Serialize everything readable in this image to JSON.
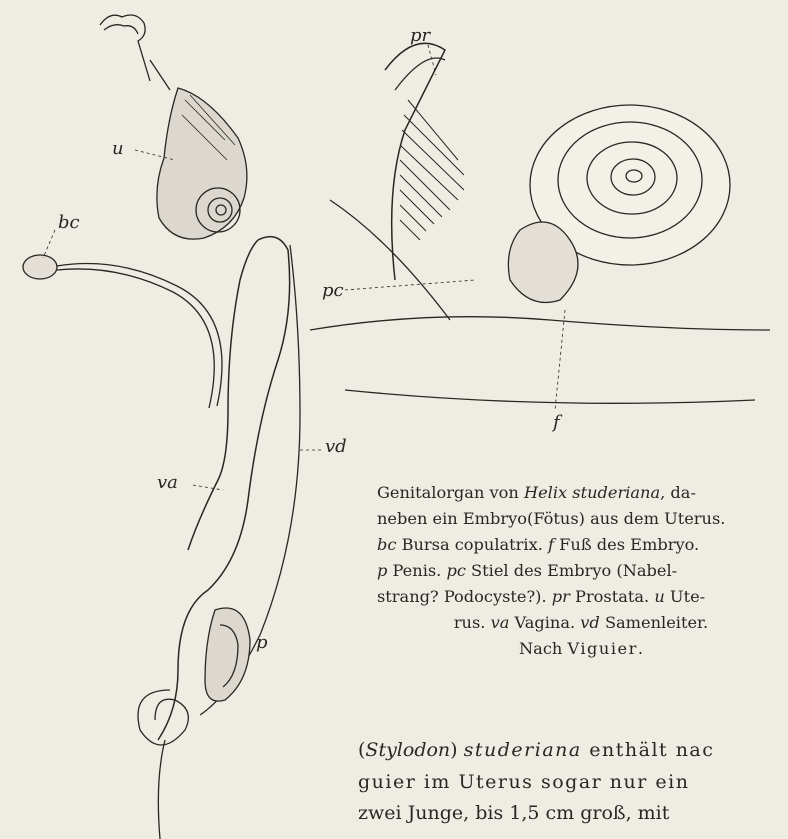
{
  "figure": {
    "labels": {
      "pr": "pr",
      "u": "u",
      "bc": "bc",
      "pc": "pc",
      "vd": "vd",
      "va": "va",
      "f": "f",
      "p": "p"
    }
  },
  "caption": {
    "l1_a": "Genitalorgan von ",
    "l1_b": "Helix studeriana",
    "l1_c": ", da-",
    "l2": "neben ein Embryo(Fötus) aus dem Uterus.",
    "l3_a": "bc",
    "l3_b": " Bursa copulatrix. ",
    "l3_c": "f",
    "l3_d": " Fuß des Embryo.",
    "l4_a": "p",
    "l4_b": " Penis. ",
    "l4_c": "pc",
    "l4_d": " Stiel des Embryo (Nabel-",
    "l5_a": "strang? Podocyste?). ",
    "l5_b": "pr",
    "l5_c": " Prostata. ",
    "l5_d": "u",
    "l5_e": " Ute-",
    "l6_a": "rus. ",
    "l6_b": "va",
    "l6_c": " Vagina. ",
    "l6_d": "vd",
    "l6_e": " Samenleiter.",
    "l7_a": "Nach ",
    "l7_b": "Viguier",
    "l7_c": "."
  },
  "body": {
    "l1_a": "(",
    "l1_b": "Stylodon",
    "l1_c": ") ",
    "l1_d": "studeriana",
    "l1_e": " enthält nac",
    "l2": "guier im Uterus sogar nur ein",
    "l3": "zwei Junge, bis 1,5 cm groß, mit"
  }
}
